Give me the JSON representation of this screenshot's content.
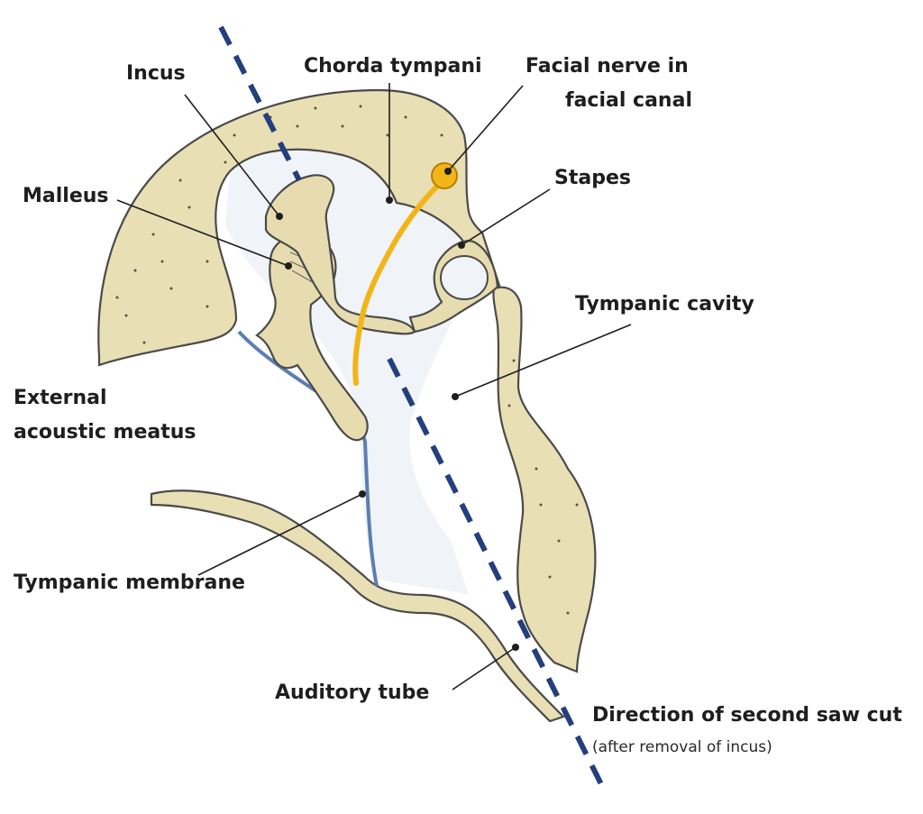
{
  "figure": {
    "labels": {
      "incus": "Incus",
      "chorda_tympani": "Chorda tympani",
      "facial_nerve_line1": "Facial nerve in",
      "facial_nerve_line2": "facial canal",
      "malleus": "Malleus",
      "stapes": "Stapes",
      "tympanic_cavity": "Tympanic cavity",
      "external_meatus_line1": "External",
      "external_meatus_line2": "acoustic meatus",
      "tympanic_membrane": "Tympanic membrane",
      "auditory_tube": "Auditory tube",
      "saw_cut": "Direction of second saw cut",
      "saw_cut_note": "(after removal of incus)"
    },
    "colors": {
      "bone": "#e9dfb4",
      "cavity": "#f0f3f7",
      "outline": "#4a4a4a",
      "nerve": "#f2b517",
      "membrane": "#5b7fb0",
      "cut_line": "#243f7d"
    }
  }
}
